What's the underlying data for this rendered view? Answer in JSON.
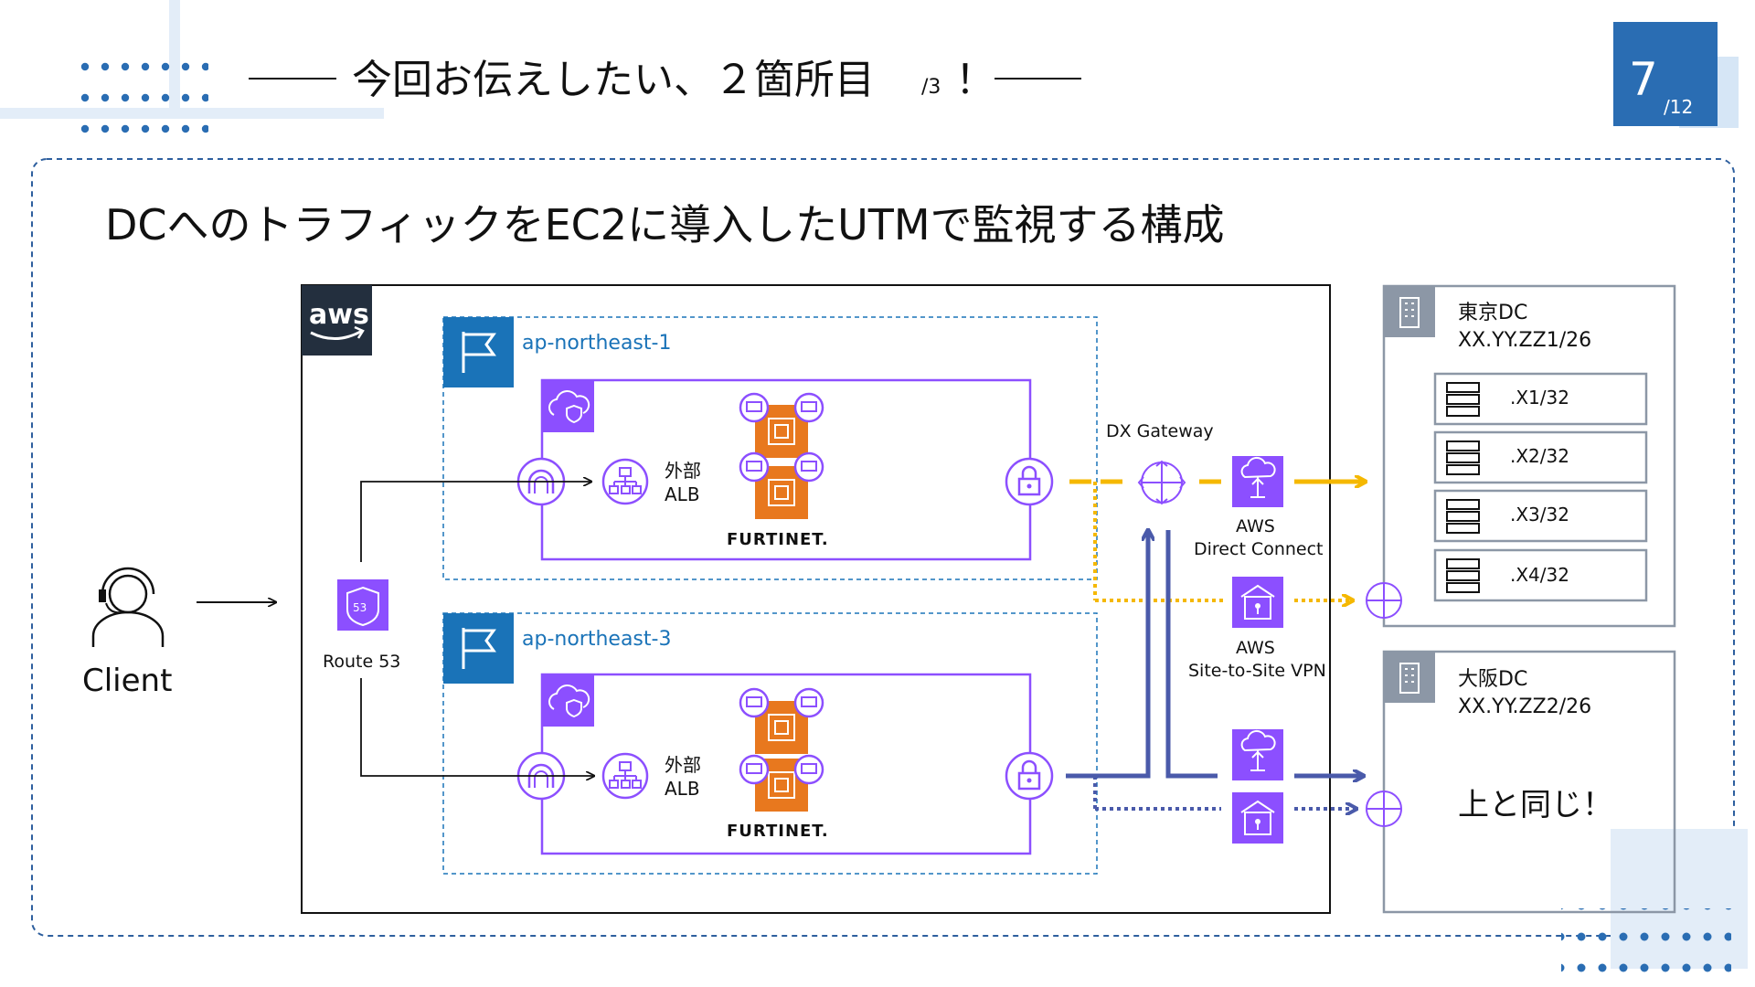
{
  "header": {
    "title": "今回お伝えしたい、２箇所目",
    "title_suffix": "/3",
    "title_exclaim": "！",
    "page_number": "7",
    "page_total": "/12"
  },
  "slide": {
    "heading": "DCへのトラフィックをEC2に導入したUTMで監視する構成"
  },
  "diagram": {
    "client_label": "Client",
    "route53_label": "Route 53",
    "region1_label": "ap-northeast-1",
    "region3_label": "ap-northeast-3",
    "alb_label_1": "外部",
    "alb_label_2": "ALB",
    "vendor_label": "FURTINET.",
    "dx_gateway_label": "DX Gateway",
    "direct_connect_label_1": "AWS",
    "direct_connect_label_2": "Direct Connect",
    "vpn_label_1": "AWS",
    "vpn_label_2": "Site-to-Site VPN",
    "tokyo_dc_name": "東京DC",
    "tokyo_dc_cidr": "XX.YY.ZZ1/26",
    "servers": [
      ".X1/32",
      ".X2/32",
      ".X3/32",
      ".X4/32"
    ],
    "osaka_dc_name": "大阪DC",
    "osaka_dc_cidr": "XX.YY.ZZ2/26",
    "osaka_note": "上と同じ！",
    "aws_logo_text": "aws",
    "route53_badge": "53"
  },
  "colors": {
    "accent_blue": "#2a6db3",
    "region_blue": "#1a73b8",
    "purple": "#8c4fff",
    "orange": "#e8781e",
    "yellow": "#f5b800",
    "navy_line": "#4a5aaa",
    "dashed_border": "#2e5f9e"
  }
}
